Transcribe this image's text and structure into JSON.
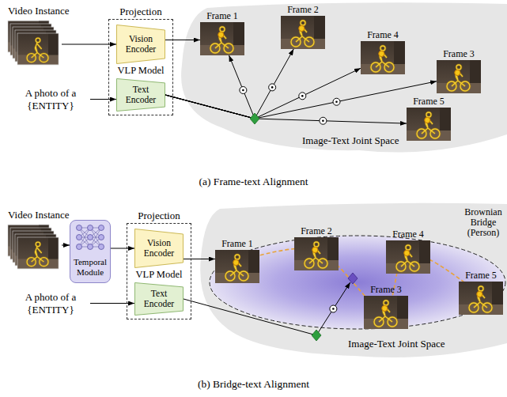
{
  "diagram": {
    "nodes": [
      {
        "text": [
          "Video Instance"
        ]
      },
      {
        "text": [
          "Projection",
          "VLP Model"
        ]
      },
      {
        "text": [
          "Vision Encoder"
        ],
        "in": 1
      },
      {
        "text": [
          "Text Encoder"
        ],
        "in": 1
      },
      {
        "text": [
          "A photo of a {ENTITY}"
        ]
      },
      {
        "text": [
          "Image-Text Joint Space"
        ]
      },
      {
        "text": [
          "Frame 1"
        ],
        "in": 5
      },
      {
        "text": [
          "Frame 2"
        ],
        "in": 5
      },
      {
        "text": [
          "Frame 4"
        ],
        "in": 5
      },
      {
        "text": [
          "Frame 3"
        ],
        "in": 5
      },
      {
        "text": [
          "Frame 5"
        ],
        "in": 5
      },
      {
        "text": [
          "Video Instance"
        ]
      },
      {
        "text": [
          "Temporal Module"
        ]
      },
      {
        "text": [
          "Projection",
          "VLP Model"
        ]
      },
      {
        "text": [
          "Vision Encoder"
        ],
        "in": 13
      },
      {
        "text": [
          "Text Encoder"
        ],
        "in": 13
      },
      {
        "text": [
          "A photo of a {ENTITY}"
        ]
      },
      {
        "text": [
          "Image-Text Joint Space"
        ]
      },
      {
        "text": [
          "Brownian Bridge (Person)"
        ],
        "in": 17
      },
      {
        "text": [
          "Frame 1"
        ],
        "in": 17
      },
      {
        "text": [
          "Frame 2"
        ],
        "in": 17
      },
      {
        "text": [
          "Frame 4"
        ],
        "in": 17
      },
      {
        "text": [
          "Frame 3"
        ],
        "in": 17
      },
      {
        "text": [
          "Frame 5"
        ],
        "in": 17
      }
    ],
    "edges": [
      {
        "from": 0,
        "to": 2,
        "arrow": "to"
      },
      {
        "from": 4,
        "to": 3,
        "arrow": "to"
      },
      {
        "from": 2,
        "to": 6,
        "arrow": "to"
      },
      {
        "from": 3,
        "to": 6,
        "arrow": "to"
      },
      {
        "from": 3,
        "to": 7,
        "arrow": "to"
      },
      {
        "from": 3,
        "to": 8,
        "arrow": "to"
      },
      {
        "from": 3,
        "to": 9,
        "arrow": "to"
      },
      {
        "from": 3,
        "to": 10,
        "arrow": "to"
      },
      {
        "from": 11,
        "to": 12,
        "arrow": "to"
      },
      {
        "from": 12,
        "to": 14,
        "arrow": "to"
      },
      {
        "from": 16,
        "to": 15,
        "arrow": "to"
      },
      {
        "from": 14,
        "to": 19,
        "arrow": "to"
      },
      {
        "from": 15,
        "to": 18,
        "arrow": "to"
      }
    ],
    "labels": [
      "(a) Frame-text Alignment",
      "(b) Bridge-text Alignment"
    ]
  }
}
